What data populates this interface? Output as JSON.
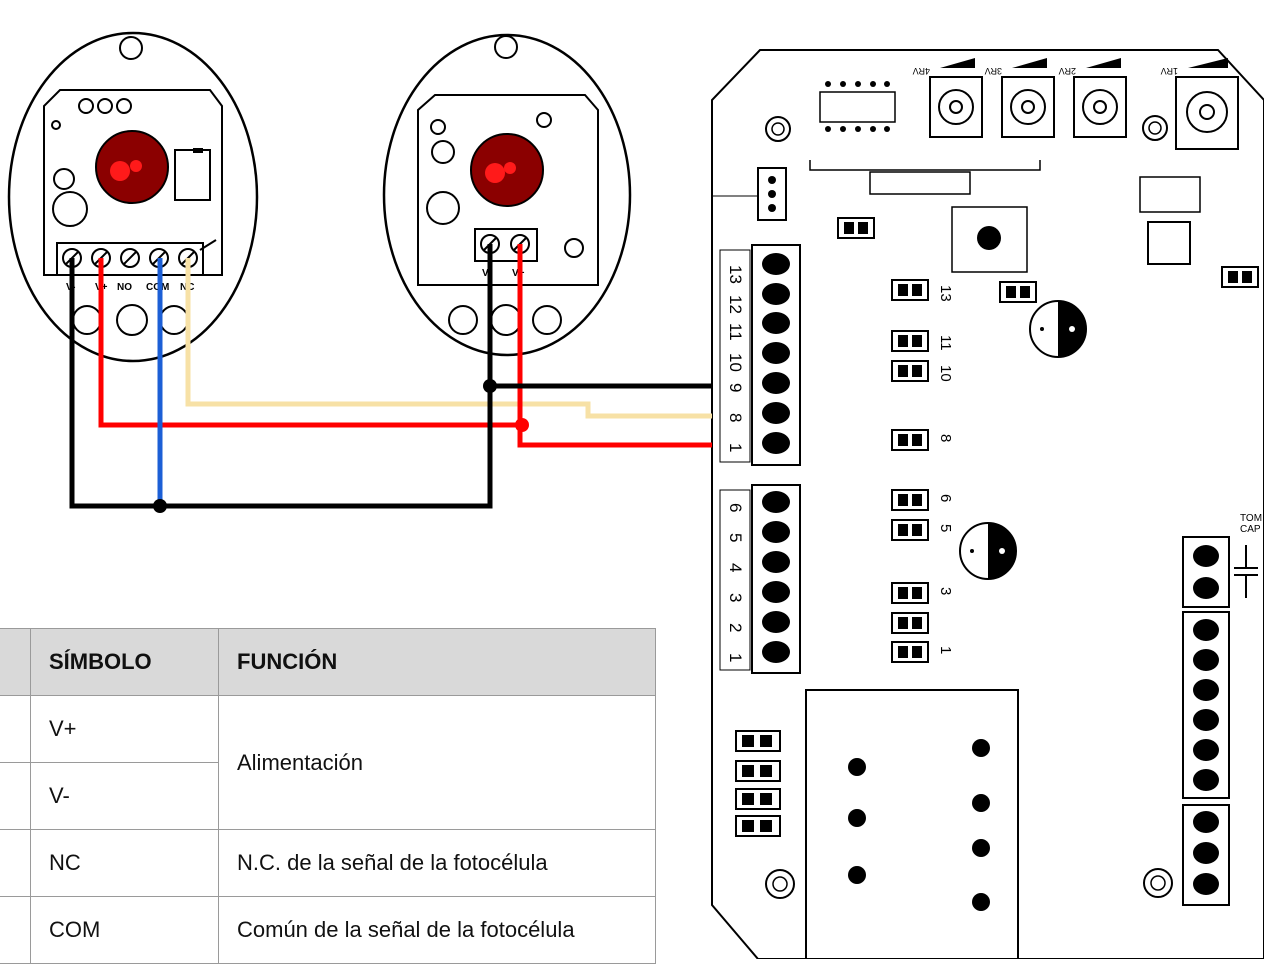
{
  "photocell_tx": {
    "terminal_labels": [
      "V-",
      "V+",
      "NO",
      "COM",
      "NC"
    ]
  },
  "photocell_rx": {
    "terminal_labels": [
      "V-",
      "V+"
    ]
  },
  "board": {
    "trimmer_labels": [
      "4RV",
      "3RV",
      "2RV",
      "1RV"
    ],
    "left_terminal_labels": [
      "13",
      "12",
      "11",
      "10",
      "9",
      "8",
      "1"
    ],
    "left_terminal_labels_b": [
      "6",
      "5",
      "4",
      "3",
      "2",
      "1"
    ],
    "led_labels": [
      "13",
      "11",
      "10",
      "8",
      "6",
      "5",
      "3",
      "1"
    ],
    "right_labels": [
      "TOM",
      "CAP"
    ]
  },
  "table": {
    "header_symbol": "SÍMBOLO",
    "header_function": "FUNCIÓN",
    "rows": [
      {
        "symbol": "V+",
        "function": "Alimentación"
      },
      {
        "symbol": "V-"
      },
      {
        "symbol": "NC",
        "function": "N.C. de la señal de la fotocélula"
      },
      {
        "symbol": "COM",
        "function": "Común de la señal de la fotocélula"
      }
    ]
  },
  "colors": {
    "wire_black": "#000000",
    "wire_red": "#ff0000",
    "wire_blue": "#1c5fd6",
    "wire_cream": "#f7e1a6",
    "lens": "#8b0000",
    "lens_highlight": "#ff1a1a"
  }
}
